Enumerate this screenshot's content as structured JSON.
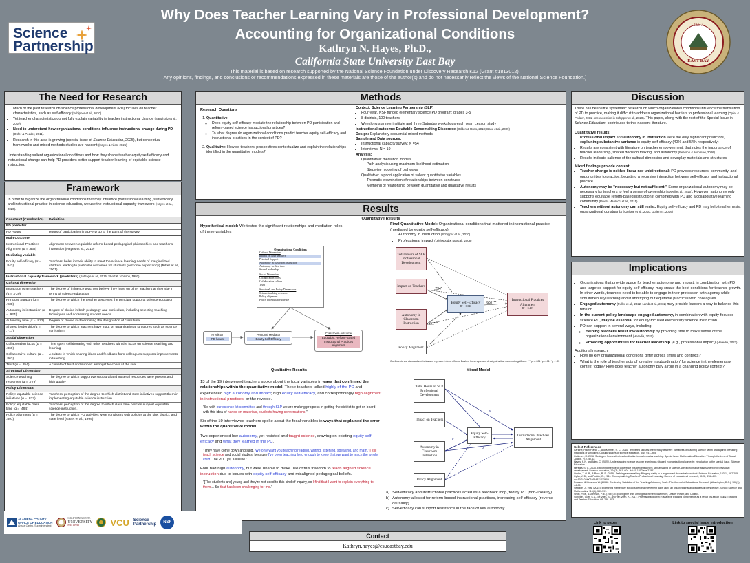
{
  "header": {
    "title_line1": "Why Does Teacher Learning Vary in Professional Development?",
    "title_line2": "Accounting for Organizational Conditions",
    "author": "Kathryn N. Hayes, Ph.D.,",
    "institution": "California State University East Bay",
    "funding_line1": "This material is based on research supported by the National Science Foundation under Discovery Research K12 (Grant #1813012).",
    "funding_line2": "Any opinions, findings, and conclusions or recommendations expressed in these materials are those of the author(s) and do not necessarily reflect the views of the National Science Foundation.)",
    "logo_line1": "Science",
    "logo_line2": "Partnership",
    "seal_year": "1957",
    "seal_text": "EAST BAY"
  },
  "need": {
    "title": "The Need for Research",
    "b1": "Much of the past research on science professional development (PD) focuses on teacher characteristics, such as self-efficacy",
    "b1_cite": "(Schipper et al., 2020).",
    "b2": "Yet teacher characteristics do not fully explain variability in teacher instructional change",
    "b2_cite": "(Sandholtz et al., 2019).",
    "b3": "Need to understand how organizational conditions influence instructional change during PD",
    "b3_cite": "(Opfer & Pedder, 2011).",
    "b4a": "Research in this area is growing (special issue of ",
    "b4_journal": "Science Education",
    "b4b": ", 2025), but conceptual frameworks and mixed methods studies are nascent",
    "b4_cite": "(Hayes & Allen, 2025)",
    "para": "Understanding salient organizational conditions and how they shape teacher equity self-efficacy and instructional change can help PD providers better support teacher learning of equitable science instruction."
  },
  "framework": {
    "title": "Framework",
    "intro": "In order to organize the organizational conditions that may influence professional learning, self-efficacy, and instructional practice in science education, we use the instructional capacity framework",
    "intro_cite": "(Hayes et al., 2020).",
    "h_construct": "Construct (Cronbach's)",
    "h_definition": "Definition",
    "s_predictor": "PD predictor",
    "r1a": "PD Hours",
    "r1b": "Hours of participation in SLP PD up to the point of the survey",
    "s_outcome": "Main Outcome",
    "r2a": "Instructional Practices Alignment (α = .863)",
    "r2b": "Alignment between equitable reform-based pedagogical philosophies and teacher's instruction (Hayes et al., 2019)",
    "s_mediating": "Mediating variable",
    "r3a": "Equity self-efficacy (α = .843)",
    "r3b": "Teachers' belief in their ability to meet the science learning needs of marginalized children, leading to particular outcomes for students (outcome expectancy) (Ritter et al., 2001)",
    "s_capacity": "Instructional capacity framework (predictors)",
    "s_capacity_cite": "(Settlage et al., 2015; Short & Johnson, 1992)",
    "s_cultural": "Cultural dimension",
    "r4a": "Impact on other teachers (α = .729)",
    "r4b": "The degree of influence teachers believe they have on other teachers at their site in terms of science education",
    "r5a": "Principal Support (α = .938)",
    "r5b": "The degree to which the teacher perceives the principal supports science education",
    "r6a": "Autonomy in instruction (α = .924)",
    "r6b": "Degree of choice in both pedagogy and curriculum, including selecting teaching techniques and addressing student needs",
    "r7a": "Autonomy time (α = .872)",
    "r7b": "Degree of choice in determining the designation of class time",
    "r8a": "Shared leadership (α = .717)",
    "r8b": "The degree to which teachers have input on organizational structures such as science curriculum",
    "s_social": "Social dimension",
    "r9a": "Collaboration focus (α = .869)",
    "r9b": "Time spent collaborating with other teachers with the focus on science teaching and learning",
    "r10a": "Collaborative culture (α = .863)",
    "r10b": "A culture in which sharing ideas and feedback from colleagues supports improvements in teaching",
    "r11a": "Trust (α = .854)",
    "r11b": "A climate of trust and support amongst teachers at the site",
    "s_structural": "Structural Dimension",
    "r12a": "Science teaching resources (α = .779)",
    "r12b": "The degree to which supportive structural and material resources were present and high quality",
    "s_policy": "Policy Dimension",
    "r13a": "Policy: equitable science initiatives (α = .832)",
    "r13b": "Teachers' perception of the degree to which district and state initiatives support them in implementing equitable science instruction.",
    "r14a": "Policy: equitable class time (α = .494)",
    "r14b": "Teachers' perception of the degree to which class time policies support equitable science instruction.",
    "r15a": "Policy Alignment (α = .891)",
    "r15b": "The degree to which PD activities were consistent with policies at the site, district, and state level (Garet et al., 1999)"
  },
  "methods": {
    "title": "Methods",
    "rq_heading": "Research Questions",
    "rq1_label": "Quantitative",
    "rq1a": "Does equity self-efficacy mediate the relationship between PD participation and reform-based science instructional practices?",
    "rq1b": "To what degree do organizational conditions predict teacher equity self-efficacy and instructional practices in the context of PD?",
    "rq2_label": "Qualitative",
    "rq2": "How do teachers' perspectives contextualize and explain the relationships identified in the quantitative models?",
    "context_label": "Context: Science Learning Partnership (SLP)",
    "c1": "Four-year, NSF funded elementary science PD program; grades 3-5",
    "c2": "8 districts, 100 teachers",
    "c3": "Weeklong summer institute and three Saturday workshops each year; Lesson study",
    "outcome_label": "Instructional outcome: Equitable Sensemaking Discourse",
    "outcome_cite": "(Odden & Russ, 2018; Basu et al., 2009)",
    "design_label": "Design:",
    "design": "Explanatory sequential mixed methods",
    "sample_label": "Sample and Data sources:",
    "s1": "Instructional capacity survey: N =54",
    "s2": "Interviews: N = 19",
    "analysis_label": "Analysis",
    "a1": "Quantitative: mediation models",
    "a1a": "Path analysis using maximum likelihood estimation",
    "a1b": "Stepwise modeling of pathways",
    "a2": "Qualitative: a priori application of salient quantitative variables",
    "a2a": "Thematic examination of relationships between constructs",
    "a2b": "Memoing of relationship between quantitative and qualitative results"
  },
  "results": {
    "title": "Results",
    "quant_heading": "Quantitative Results",
    "hyp_label": "Hypothetical model:",
    "hyp": "We tested the significant relationships and mediation roles of these variables",
    "oc_title": "Organizational Conditions",
    "oc_cultural": "Cultural Dimension",
    "oc1": "Impact on other teachers",
    "oc2": "Principal Support",
    "oc3": "Autonomy in classroom instruction",
    "oc4": "Autonomy in class time",
    "oc5": "Shared leadership",
    "oc_social": "Social Dimension",
    "oc6": "Collaboration focus",
    "oc7": "Collaborative culture",
    "oc8": "Trust",
    "oc_structural": "Structural, and Policy Dimensions",
    "oc9": "Science teaching resources",
    "oc10": "Policy alignment",
    "oc11": "Policy for equitable science",
    "m_pred": "Predictor",
    "m_pred_v": "PD hours",
    "m_med": "Personal Mediator",
    "m_med_v": "Equity Self-Efficacy",
    "m_out": "Classroom outcome",
    "m_out_v": "Equitable, Reform-Based Instructional Practices Alignment",
    "final_label": "Final Quantitative Model:",
    "final": "Organizational conditions that mattered in instructional practice (mediated by equity self-efficacy):",
    "f1": "Autonomy in instruction",
    "f1_cite": "(Schipper et al., 2020)",
    "f2": "Professional impact",
    "f2_cite": "(Leithwood & Mascall, 2008)",
    "q_total": "Total Hours of SLP Professional Development",
    "q_impact": "Impact on Teachers",
    "q_autonomy": "Autonomy in Classroom Instruction",
    "q_policy": "Policy Alignment",
    "q_self": "Equity Self-Efficacy",
    "q_self_r": "R² = 0.346",
    "q_instr": "Instructional Practices Alignment",
    "q_instr_r": "R² = 0.497",
    "coef1": ".234*",
    "coef2": ".591***",
    "coef3": ".657***",
    "coef_note": "Coefficients are standardized betas and represent direct effects. Dashed lines represent direct paths that were not significant. *** p < .001 *p < .01, *p < .05",
    "qual_heading": "Qualitative Results",
    "mixed_heading": "Mixed Model",
    "qp1_a": "13 of the 19 interviewed teachers spoke about the focal variables in ",
    "qp1_b": "ways that confirmed the relationships within the quantitative model.",
    "qp1_c": " These teachers talked ",
    "qp1_d": "highly of the PD",
    "qp1_e": " and experienced ",
    "qp1_f": "high autonomy and impact",
    "qp1_g": "; high ",
    "qp1_h": "equity self-efficacy",
    "qp1_i": ", and correspondingly ",
    "qp1_j": "high alignment in instructional practices",
    "qp1_k": ", or the reverse.",
    "quote1_a": "\"So with ",
    "quote1_b": "our science kit committee",
    "quote1_c": " and ",
    "quote1_d": "through SLP",
    "quote1_e": " we are making progress in getting the district to get on board with this idea of ",
    "quote1_f": "hands-on materials, students having conversations",
    "quote1_g": ".\"",
    "qp2_a": "Six of the 19 interviewed teachers spoke about the focal variables in ",
    "qp2_b": "ways that explained the error within the quantitative model",
    "qp2_c": ".",
    "qp3_a": "Two experienced low ",
    "qp3_b": "autonomy",
    "qp3_c": ", yet resisted and ",
    "qp3_d": "taught science",
    "qp3_e": ", drawing on existing ",
    "qp3_f": "equity self-efficacy",
    "qp3_g": " and ",
    "qp3_h": "what they learned in the PD",
    "qp3_i": ".",
    "quote2_a": "\"They have come down and said, ",
    "quote2_b": "'We only want you teaching reading, writing, listening, speaking, and math.'",
    "quote2_c": " ",
    "quote2_d": "I still teach science",
    "quote2_e": " and social studies, because ",
    "quote2_f": "I've been teaching long enough to know that we want to teach the whole child",
    "quote2_g": ". The PD…[is] a lifeline.\"",
    "qp4_a": "Four had high ",
    "qp4_b": "autonomy",
    "qp4_c": ", but were unable to make use of this freedom to ",
    "qp4_d": "teach aligned science instruction",
    "qp4_e": " due to issues with ",
    "qp4_f": "equity self-efficacy",
    "qp4_g": " and misaligned pedagogical beliefs.",
    "quote3_a": "\"[The students are] young and they're not used to this kind of inquiry, so ",
    "quote3_b": "I find that I want to explain everything to them",
    "quote3_c": "… So ",
    "quote3_d": "that has been challenging for me",
    "quote3_e": ".\"",
    "mm_a_label": "a)",
    "mm_a": "Self-efficacy and instructional practices acted as a feedback loop, fed by PD (non-linearity)",
    "mm_b_label": "b)",
    "mm_b": "Autonomy allowed for reform-based instructional practices, increasing self-efficacy (reverse causality)",
    "mm_c_label": "c)",
    "mm_c": "Self-efficacy can support resistance in the face of low autonomy",
    "mm_total": "Total Hours of SLP Professional Development",
    "mm_impact": "Impact on Teachers",
    "mm_autonomy": "Autonomy in Classroom Instruction",
    "mm_policy": "Policy Alignment",
    "mm_self": "Equity Self-Efficacy",
    "mm_instr": "Instructional Practices Alignment",
    "mm_la": "a",
    "mm_lb": "b",
    "mm_lc": "c"
  },
  "discussion": {
    "title": "Discussion",
    "p1_a": "There has been little systematic research on which organizational conditions influence the translation of PD to practice, making it difficult to address organizational barriers to professional learning",
    "p1_cite": "(Opfer & Pedder, 2011; one exception is Schipper et al., 2020)",
    "p1_b": ". This paper, along with the rest of the Special Issue in ",
    "p1_journal": "Science Education",
    "p1_c": ", contributes to this nascent literature.",
    "qr_label": "Quantitative results:",
    "qr1_a": "Professional impact",
    "qr1_b": " and ",
    "qr1_c": "autonomy in instruction",
    "qr1_d": " were the only significant predictors, ",
    "qr1_e": "explaining substantive variance",
    "qr1_f": " in equity self-efficacy (40% and 54% respectively)",
    "qr2": "Results are consistent with literature on teacher empowerment; that notes the importance of teacher leadership, shared decision making, and autonomy",
    "qr2_cite": "(Pearson & Moomaw, 2006)",
    "qr3": "Results indicate salience of the cultural dimension and downplay materials and structures",
    "mf_label": "Mixed findings provide context:",
    "mf1_a": "Teacher change is neither linear nor unidirectional:",
    "mf1_b": " PD provides resources, community, and opportunities to practice, begetting a recursive interaction between self-efficacy and instructional practice",
    "mf2_a": "Autonomy may be \"necessary but not sufficient:\"",
    "mf2_b": " Some organizational autonomy may be necessary for teachers to feel a sense of ownership",
    "mf2_cite1": "(Sowell et al., 2020)",
    "mf2_c": ". However, autonomy only supports equitable reform-based instruction if combined with PD and a collaborative learning community",
    "mf2_cite2": "(Rivera Maulucci et al., 2015)",
    "mf2_d": ".",
    "mf3_a": "Teachers without autonomy can still resist:",
    "mf3_b": " Equity self-efficacy and PD may help teacher resist organizational constraints",
    "mf3_cite": "(Carlone et al., 2010; Gutierrez, 2016)"
  },
  "implications": {
    "title": "Implications",
    "i1": "Organizations that provide space for teacher autonomy and impact, in combination with PD and targeted support for equity self-efficacy, may create the best conditions for teacher growth. In other words, teachers need to be able to engage in their profession with agency while simultaneously learning about and trying out equitable practices with colleagues.",
    "i2_a": "Engaged autonomy",
    "i2_cite": "(Fuller et al., 2022; Lamb et al., 2011)",
    "i2_b": " may provide leaders a way to balance this tension.",
    "i3_a": "In the current policy landscape engaged autonomy,",
    "i3_b": " in combination with equity-focused science PD, ",
    "i3_c": "may be essential",
    "i3_d": " for equity-focused elementary science instruction.",
    "i4": "PD can support in several ways, including",
    "i4a_a": "Helping teachers resist low autonomy",
    "i4a_b": " by providing time to make sense of the organizational environment",
    "i4a_cite": "(Heredia, 2020)",
    "i4b_a": "Providing opportunities for teacher leadership",
    "i4b_b": " (e.g., professional impact)",
    "i4b_cite": "(Heredia, 2023)",
    "ar_label": "Additional research:",
    "ar1": "How do key organizational conditions differ across times and contexts?",
    "ar2": "What is the role of teacher acts of 'creative insubordination' for science in the elementary context today? How does teacher autonomy play a role in a changing policy context?"
  },
  "references": {
    "title": "Select References",
    "r1": "Carlone, Haun-Frank, J., and Kimmel, S. C., 2010. Tempered radicals: elementary teachers' narratives of teaching science within and against prevailing meanings of schooling. Cultural studies of science education, 5(4), 941–965.",
    "r2": "Gutiérrez, R. 2016. Strategies for creative insubordination in mathematics teaching. Special Issue Mathematics Education: Through the Lens of Social Justice, 7(1), 52-62.",
    "r3": "Hayes, K.N. and Allen, C. (2025). Understanding science teacher learning as situated in organizational contexts: introduction to the special issue. Science Education.",
    "r4": "Heredia, S. C., 2020. Exploring the role of coherence in science teachers' sensemaking of science-specific formative assessment in professional development. Science education, 104(3), 581–604. doi:10.1002/sce.21561",
    "r5": "Odden, T. O. B., & Russ, R. S. (2019). Defining sensemaking: Bringing clarity to a fragmented theoretical construct. Science Education, 103(1), 187-205.",
    "r6": "Opfer, V. D., and Pedder, D., 2011. Conceptualizing Teacher Professional Learning. Review of educational research, 81(3), 376–407. doi:10.3102/0034654311413609",
    "r7": "Pearson, & Moomaw, W. (2006). Continuing Validation of the Teaching Autonomy Scale. The Journal of Educational Research (Washington, D.C.), 100(1), 44–51.",
    "r8": "Settlage, J., et al. (2015). Examining elementary school science achievement gaps using an organizational and leadership perspective. School Science and Mathematics, 115(8), 381-391.",
    "r9": "Short, P. M., & Johnson, P. E. (1994). Exploring the links among teacher empowerment, Leader Power, and Conflict.",
    "r10": "Schipper, Goei, S. L., de Vries, S., and van Veen, K., 2017. Professional growth in adaptive teaching competence as a result of Lesson Study. Teaching and Teacher Education, 68, 289–303."
  },
  "qr": {
    "paper_label": "Link to paper",
    "issue_label": "Link to special issue introduction"
  },
  "footer": {
    "contact_title": "Contact",
    "email": "Kathryn.hayes@csueastbay.edu",
    "acoe_1": "ALAMEDA COUNTY",
    "acoe_2": "OFFICE OF EDUCATION",
    "acoe_3": "Alysse Castro, Superintendent",
    "csu_1": "CALIFORNIA STATE",
    "csu_2": "UNIVERSITY",
    "csu_3": "EAST BAY",
    "vcu": "VCU",
    "sp_1": "Science",
    "sp_2": "Partnership",
    "nsf": "NSF"
  },
  "colors": {
    "background": "#7e878f",
    "panel_header": "#d8d8d8",
    "blue_text": "#2a3fd6",
    "red_text": "#c0182b",
    "seal_gold": "#c9b27a",
    "seal_red": "#8c1c20"
  }
}
